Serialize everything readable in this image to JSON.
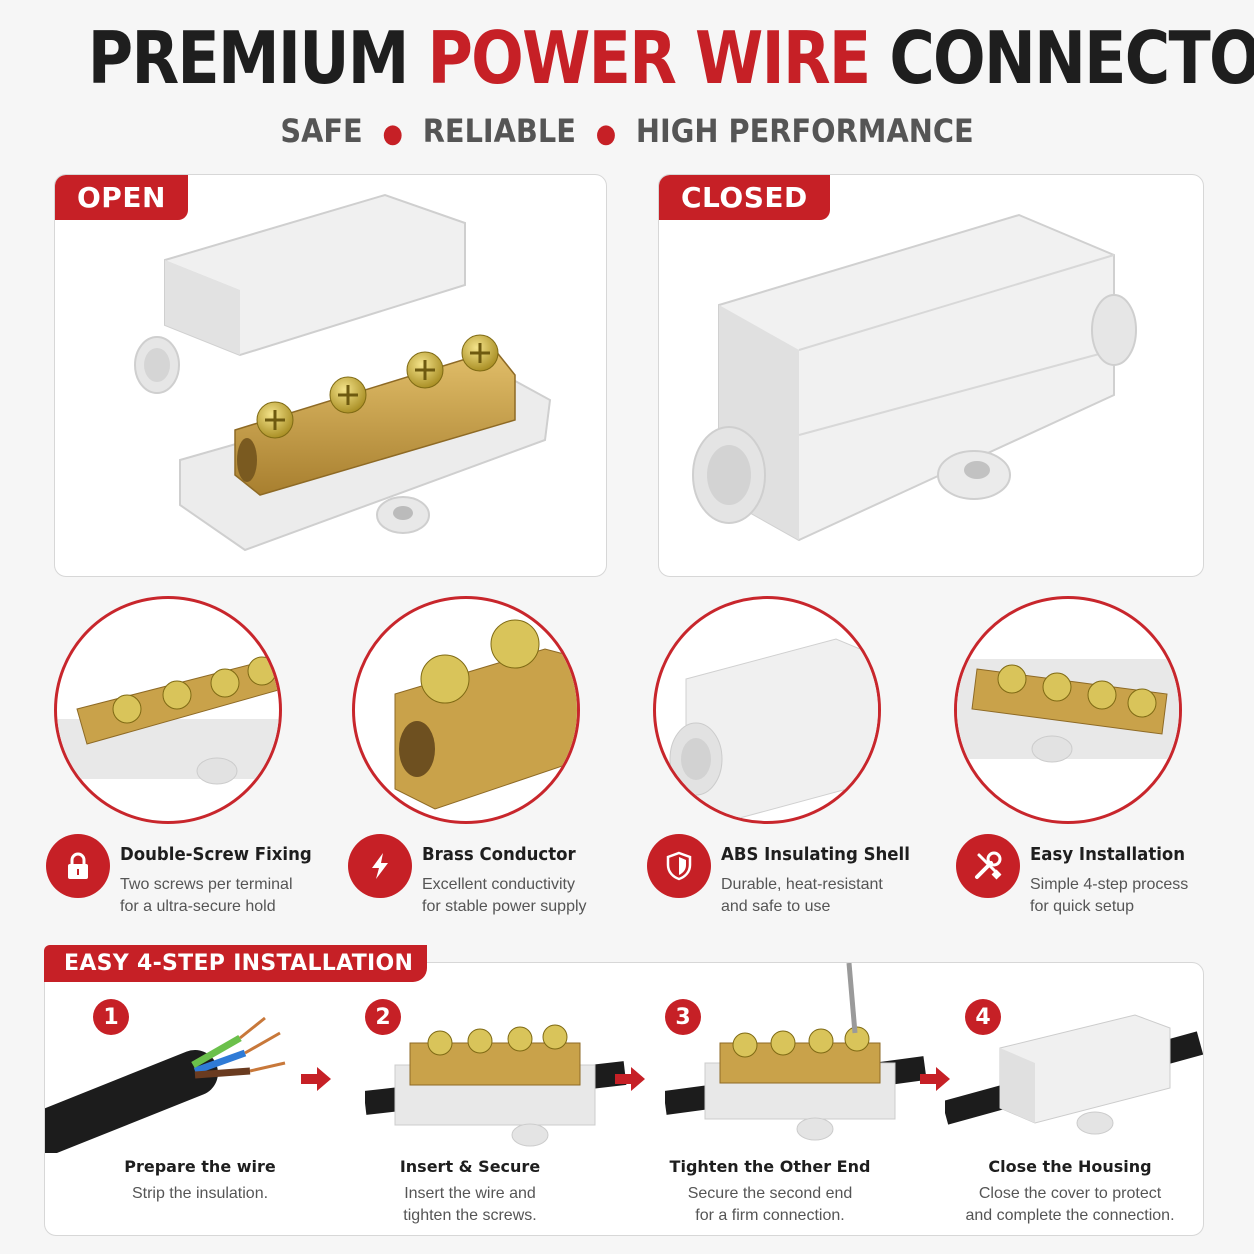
{
  "header": {
    "title_part1": "PREMIUM",
    "title_part2": "POWER WIRE",
    "title_part3": "CONNECTOR",
    "subtitle_items": [
      "SAFE",
      "RELIABLE",
      "HIGH PERFORMANCE"
    ]
  },
  "panels": {
    "open_label": "OPEN",
    "closed_label": "CLOSED"
  },
  "features": [
    {
      "icon": "lock-icon",
      "title": "Double-Screw Fixing",
      "desc": "Two screws per terminal\nfor a ultra-secure hold"
    },
    {
      "icon": "lightning-icon",
      "title": "Brass Conductor",
      "desc": "Excellent conductivity\nfor stable power supply"
    },
    {
      "icon": "shield-icon",
      "title": "ABS Insulating Shell",
      "desc": "Durable, heat-resistant\nand safe to use"
    },
    {
      "icon": "tools-icon",
      "title": "Easy Installation",
      "desc": "Simple 4-step process\nfor quick setup"
    }
  ],
  "installation": {
    "label": "EASY 4-STEP INSTALLATION",
    "steps": [
      {
        "num": "1",
        "title": "Prepare the wire",
        "desc": "Strip the insulation."
      },
      {
        "num": "2",
        "title": "Insert & Secure",
        "desc": "Insert the wire and\ntighten the screws."
      },
      {
        "num": "3",
        "title": "Tighten the Other End",
        "desc": "Secure the second end\nfor a firm connection."
      },
      {
        "num": "4",
        "title": "Close the Housing",
        "desc": "Close the cover to protect\nand complete the connection."
      }
    ]
  },
  "colors": {
    "accent": "#c62026",
    "brass": "#c9a24a",
    "housing": "#eaeaea"
  }
}
